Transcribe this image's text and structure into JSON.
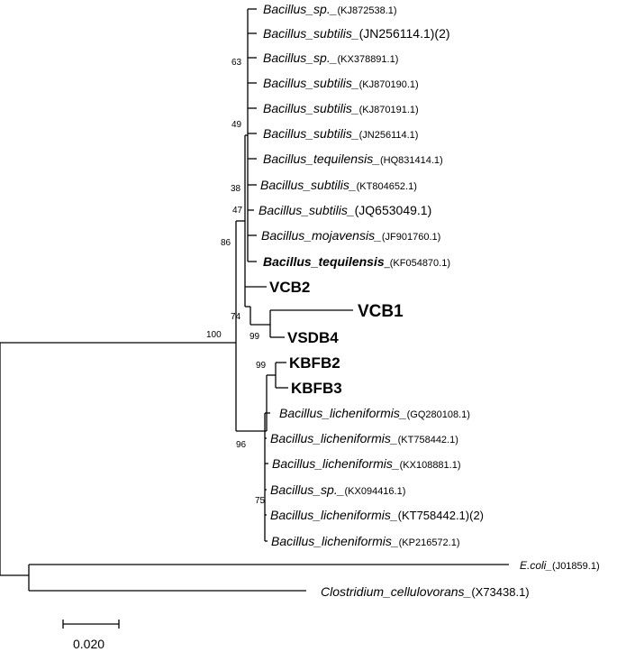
{
  "tree": {
    "leaves": [
      {
        "species": "Bacillus",
        "suffix": "_sp._",
        "accession": "(KJ872538.1)"
      },
      {
        "species": "Bacillus",
        "suffix": "_subtilis_",
        "accession": "(JN256114.1)(2)"
      },
      {
        "species": "Bacillus",
        "suffix": "_sp._",
        "accession": "(KX378891.1)"
      },
      {
        "species": "Bacillus",
        "suffix": "_subtilis_",
        "accession": "(KJ870190.1)"
      },
      {
        "species": "Bacillus",
        "suffix": "_subtilis_",
        "accession": "(KJ870191.1)"
      },
      {
        "species": "Bacillus",
        "suffix": "_subtilis_",
        "accession": "(JN256114.1)"
      },
      {
        "species": "Bacillus",
        "suffix": "_tequilensis_",
        "accession": "(HQ831414.1)"
      },
      {
        "species": "Bacillus",
        "suffix": "_subtilis_",
        "accession": "(KT804652.1)"
      },
      {
        "species": "Bacillus",
        "suffix": "_subtilis_",
        "accession": "(JQ653049.1)"
      },
      {
        "species": "Bacillus",
        "suffix": "_mojavensis_",
        "accession": "(JF901760.1)"
      },
      {
        "species": "Bacillus",
        "suffix": "_tequilensis",
        "accession": "_(KF054870.1)"
      },
      {
        "isolate": "VCB2"
      },
      {
        "isolate": "VCB1"
      },
      {
        "isolate": "VSDB4"
      },
      {
        "isolate": "KBFB2"
      },
      {
        "isolate": "KBFB3"
      },
      {
        "species": "Bacillus",
        "suffix": "_licheniformis_",
        "accession": "(GQ280108.1)"
      },
      {
        "species": "Bacillus",
        "suffix": "_licheniformis_",
        "accession": "(KT758442.1)"
      },
      {
        "species": "Bacillus",
        "suffix": "_licheniformis_",
        "accession": "(KX108881.1)"
      },
      {
        "species": "Bacillus",
        "suffix": "_sp._",
        "accession": "(KX094416.1)"
      },
      {
        "species": "Bacillus",
        "suffix": "_licheniformis_",
        "accession": "(KT758442.1)(2)"
      },
      {
        "species": "Bacillus",
        "suffix": "_licheniformis_",
        "accession": "(KP216572.1)"
      },
      {
        "species": "E.coli",
        "suffix": "_",
        "accession": "(J01859.1)"
      },
      {
        "species": "Clostridium",
        "suffix": "_cellulovorans_",
        "accession": "(X73438.1)"
      }
    ],
    "bootstrap": [
      "63",
      "49",
      "38",
      "47",
      "86",
      "74",
      "99",
      "100",
      "99",
      "96",
      "75"
    ],
    "scale_label": "0.020"
  }
}
